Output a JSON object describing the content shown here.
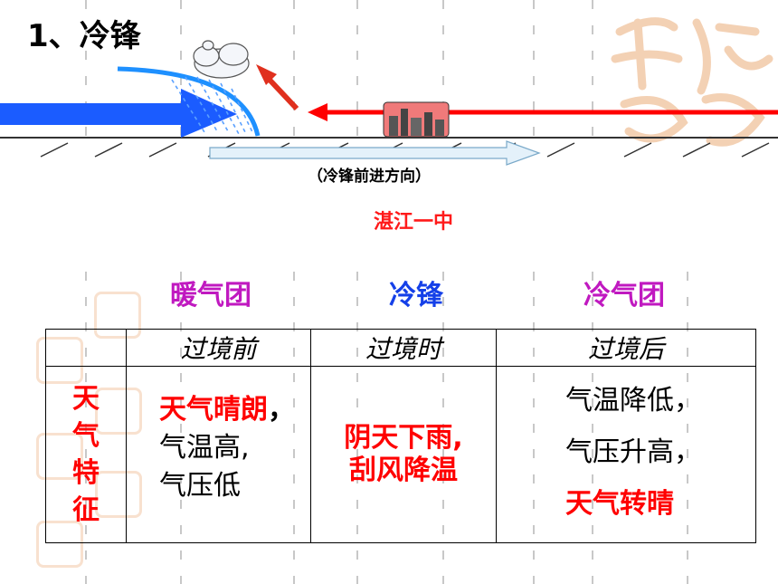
{
  "title": "1、冷锋",
  "direction_label": "（冷锋前进方向）",
  "school": "湛江一中",
  "colors": {
    "warm": "#ff2f2f",
    "cold": "#1b5cff",
    "front": "#1e3fd6",
    "cold_mass": "#c019c0",
    "emphasis": "#ff0000",
    "decor": "#f2c9a8"
  },
  "headers": {
    "warm_mass": "暖气团",
    "front": "冷锋",
    "cold_mass": "冷气团"
  },
  "table": {
    "row_label_chars": [
      "天",
      "气",
      "特",
      "征"
    ],
    "col_labels": [
      "过境前",
      "过境时",
      "过境后"
    ],
    "before": {
      "line1_red": "天气晴朗",
      "line1_comma": "，",
      "line2": "气温高,",
      "line3": "气压低"
    },
    "during": {
      "line1": "阴天下雨,",
      "line2": "刮风降温"
    },
    "after": {
      "line1": "气温降低，",
      "line2": "气压升高，",
      "line3_red": "天气转晴"
    }
  },
  "icons": [
    "cloud-icon",
    "rain-icon",
    "city-icon",
    "seal-stamp-icon"
  ]
}
